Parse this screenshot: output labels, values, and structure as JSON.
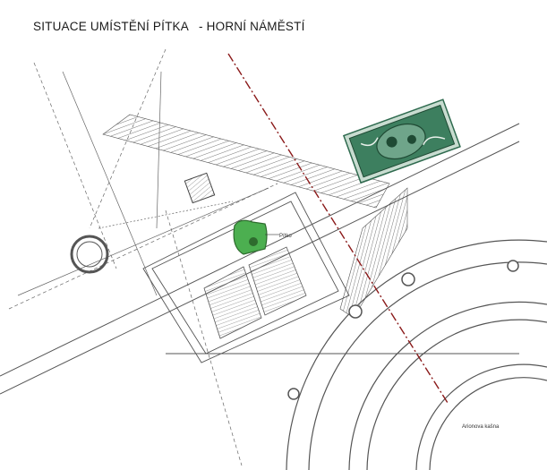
{
  "title": "SITUACE UMÍSTĚNÍ PÍTKA   - HORNÍ NÁMĚSTÍ",
  "labels": {
    "fountain": "Pítko",
    "arc_label": "Arionova kašna"
  },
  "colors": {
    "lines": "#555555",
    "hatch": "#666666",
    "axis": "#8b1a1a",
    "fountain_fill": "#4caf50",
    "fountain_dark": "#2e6b2e",
    "monument": "#2f6b4f"
  }
}
